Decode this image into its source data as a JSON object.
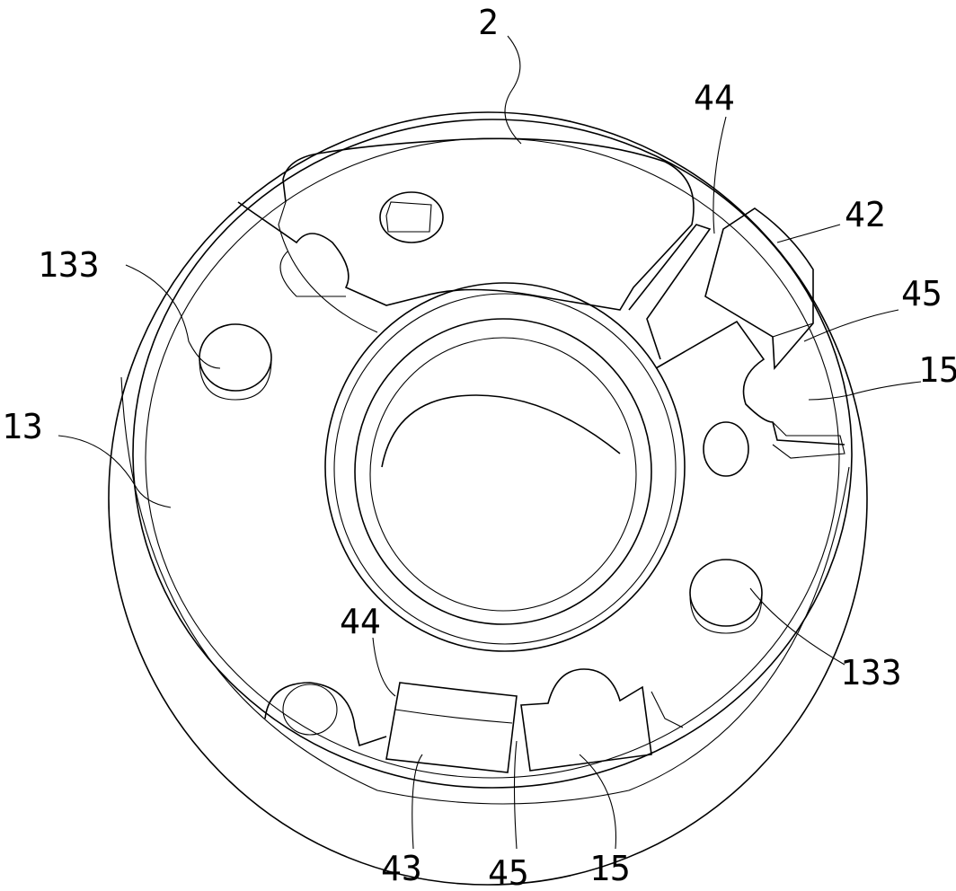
{
  "labels": {
    "ref_2": "2",
    "ref_44_top": "44",
    "ref_42": "42",
    "ref_45_right": "45",
    "ref_15_right": "15",
    "ref_133_left": "133",
    "ref_13": "13",
    "ref_133_right": "133",
    "ref_44_bottom": "44",
    "ref_43": "43",
    "ref_45_bottom": "45",
    "ref_15_bottom": "15"
  }
}
